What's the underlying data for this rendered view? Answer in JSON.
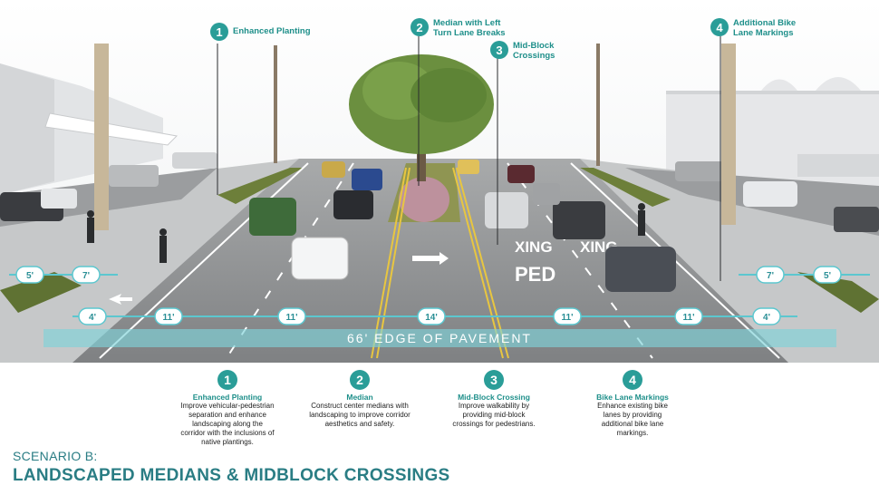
{
  "callouts": [
    {
      "number": "1",
      "label": "Enhanced Planting"
    },
    {
      "number": "2",
      "label": "Median with Left\nTurn Lane Breaks"
    },
    {
      "number": "3",
      "label": "Mid-Block\nCrossings"
    },
    {
      "number": "4",
      "label": "Additional Bike\nLane Markings"
    }
  ],
  "lane_widths": [
    "5'",
    "7'",
    "4'",
    "11'",
    "11'",
    "14'",
    "11'",
    "11'",
    "4'",
    "7'",
    "5'"
  ],
  "pavement_label": "66' EDGE OF PAVEMENT",
  "crosswalk": {
    "xing_left": "XING",
    "xing_right": "XING",
    "ped": "PED"
  },
  "descriptions": [
    {
      "number": "1",
      "title": "Enhanced Planting",
      "body": "Improve vehicular-pedestrian\nseparation and enhance\nlandscaping along the\ncorridor with the inclusions of\nnative plantings."
    },
    {
      "number": "2",
      "title": "Median",
      "body": "Construct center medians with\nlandscaping to improve corridor\naesthetics and safety."
    },
    {
      "number": "3",
      "title": "Mid-Block Crossing",
      "body": "Improve walkability by\nproviding mid-block\ncrossings for pedestrians."
    },
    {
      "number": "4",
      "title": "Bike Lane Markings",
      "body": "Enhance existing bike\nlanes by providing\nadditional bike lane\nmarkings."
    }
  ],
  "scenario": "SCENARIO B:",
  "title": "LANDSCAPED MEDIANS & MIDBLOCK CROSSINGS",
  "colors": {
    "accent": "#2a9d98",
    "title": "#2a7d84",
    "road": "#8e9092",
    "median": "#9aa05a"
  }
}
